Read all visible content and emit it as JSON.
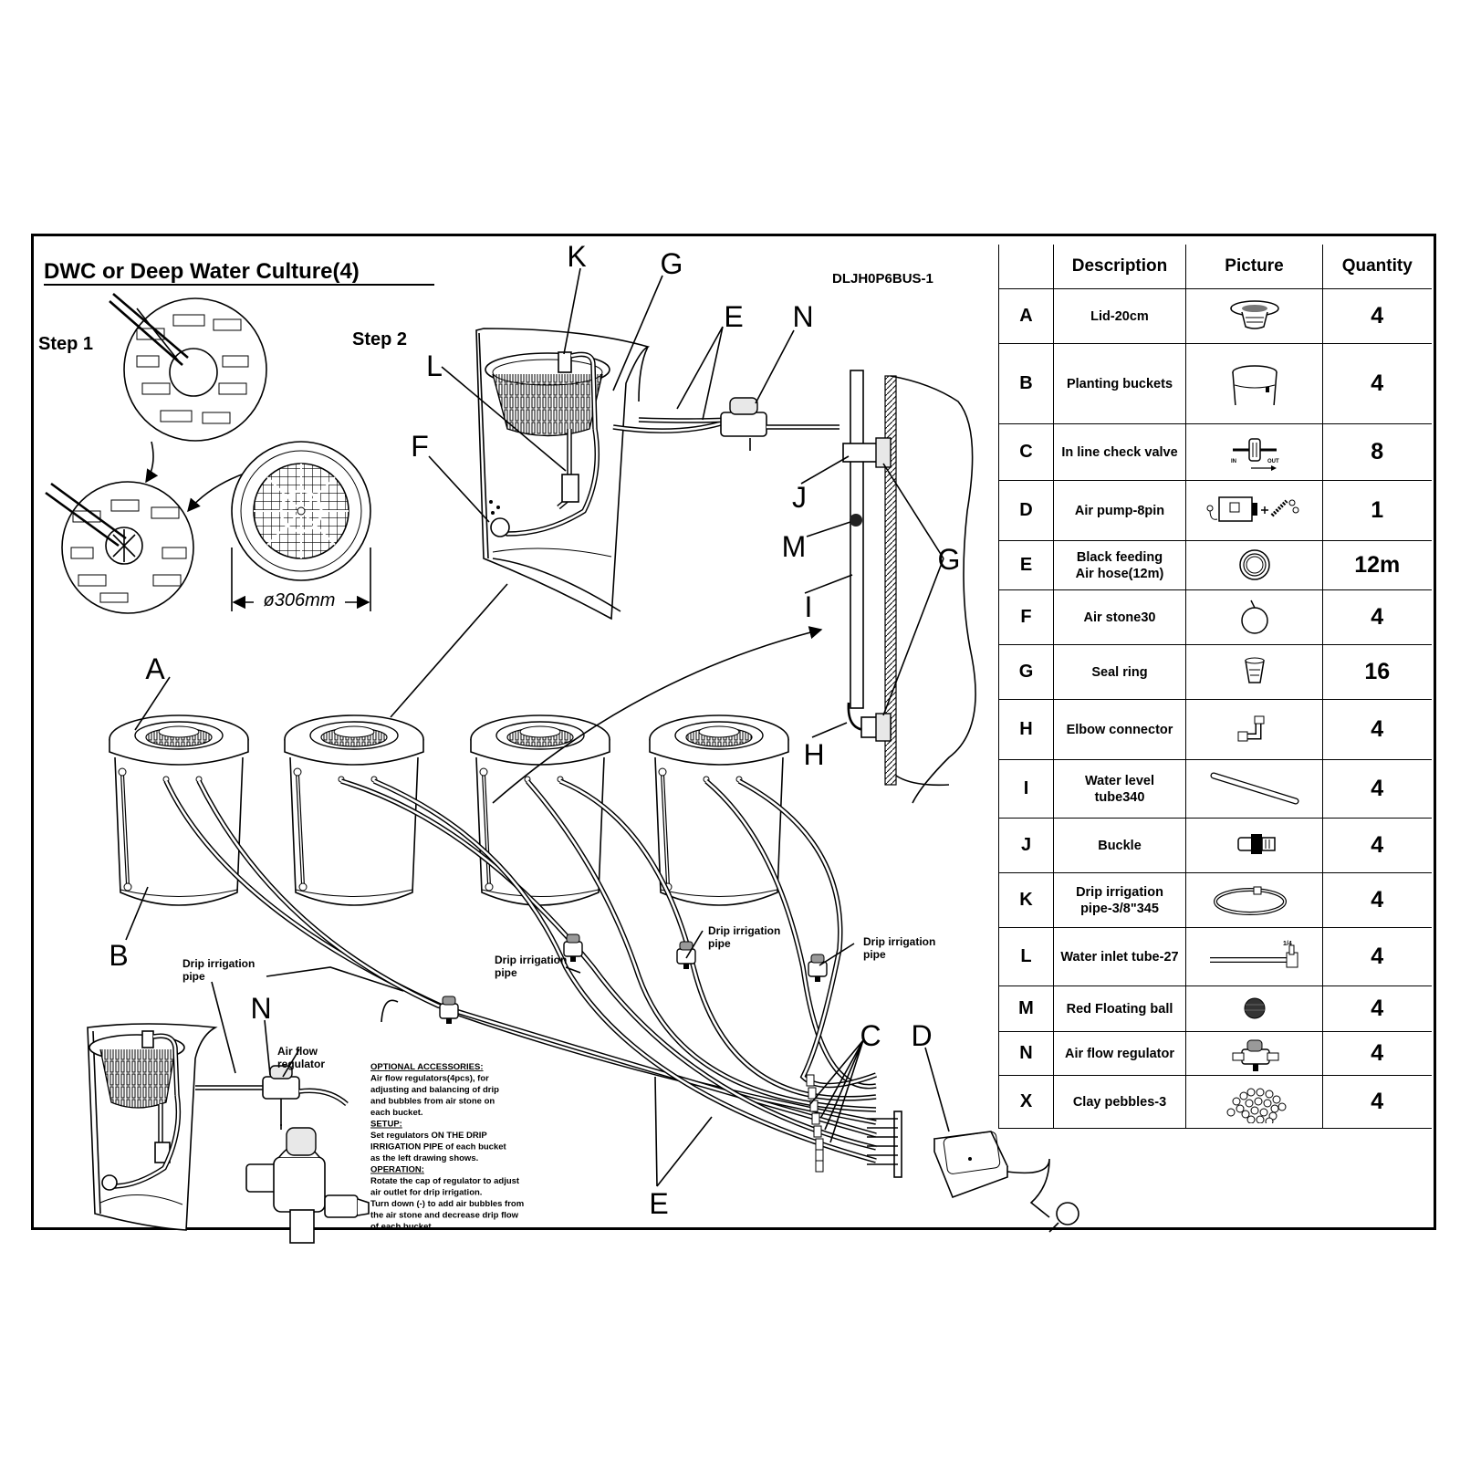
{
  "title": "DWC or Deep Water Culture(4)",
  "model_code": "DLJH0P6BUS-1",
  "steps": {
    "step1": "Step 1",
    "step2": "Step 2"
  },
  "dimension": "ø306mm",
  "callouts": {
    "A": "A",
    "B": "B",
    "C": "C",
    "D": "D",
    "E": "E",
    "F": "F",
    "G": "G",
    "H": "H",
    "I": "I",
    "J": "J",
    "K": "K",
    "L": "L",
    "M": "M",
    "N": "N"
  },
  "labels": {
    "drip_irrigation_pipe_line1": "Drip irrigation",
    "drip_irrigation_pipe_line2": "pipe",
    "air_flow_regulator_line1": "Air flow",
    "air_flow_regulator_line2": "regulator"
  },
  "notes": {
    "optional_heading": "OPTIONAL ACCESSORIES:",
    "optional_lines": [
      "Air flow regulators(4pcs), for",
      "adjusting and balancing of drip",
      "and bubbles from air stone on",
      "each bucket."
    ],
    "setup_heading": "SETUP:",
    "setup_lines": [
      "Set regulators ON THE DRIP",
      "IRRIGATION PIPE of each bucket",
      "as the left drawing shows."
    ],
    "operation_heading": "OPERATION:",
    "operation_lines": [
      "Rotate the cap of regulator to adjust",
      "air outlet for drip irrigation.",
      "Turn down (-) to add air bubbles from",
      "the air stone and decrease drip flow",
      "of each bucket."
    ]
  },
  "table": {
    "headers": {
      "code": "",
      "description": "Description",
      "picture": "Picture",
      "quantity": "Quantity"
    },
    "rows": [
      {
        "code": "A",
        "description": "Lid-20cm",
        "icon": "lid-icon",
        "quantity": "4"
      },
      {
        "code": "B",
        "description": "Planting buckets",
        "icon": "bucket-icon",
        "quantity": "4"
      },
      {
        "code": "C",
        "description": "In line check valve",
        "icon": "check-valve-icon",
        "quantity": "8"
      },
      {
        "code": "D",
        "description": "Air pump-8pin",
        "icon": "air-pump-icon",
        "quantity": "1"
      },
      {
        "code": "E",
        "description": "Black feeding\nAir hose(12m)",
        "icon": "hose-coil-icon",
        "quantity": "12m"
      },
      {
        "code": "F",
        "description": "Air stone30",
        "icon": "air-stone-icon",
        "quantity": "4"
      },
      {
        "code": "G",
        "description": "Seal ring",
        "icon": "seal-ring-icon",
        "quantity": "16"
      },
      {
        "code": "H",
        "description": "Elbow connector",
        "icon": "elbow-connector-icon",
        "quantity": "4"
      },
      {
        "code": "I",
        "description": "Water level\ntube340",
        "icon": "water-level-tube-icon",
        "quantity": "4"
      },
      {
        "code": "J",
        "description": "Buckle",
        "icon": "buckle-icon",
        "quantity": "4"
      },
      {
        "code": "K",
        "description": "Drip irrigation\npipe-3/8\"345",
        "icon": "drip-pipe-icon",
        "quantity": "4"
      },
      {
        "code": "L",
        "description": "Water inlet tube-27",
        "icon": "water-inlet-tube-icon",
        "quantity": "4"
      },
      {
        "code": "M",
        "description": "Red Floating ball",
        "icon": "floating-ball-icon",
        "quantity": "4"
      },
      {
        "code": "N",
        "description": "Air flow regulator",
        "icon": "regulator-icon",
        "quantity": "4"
      },
      {
        "code": "X",
        "description": "Clay pebbles-3",
        "icon": "clay-pebbles-icon",
        "quantity": "4"
      }
    ],
    "icon_labels": {
      "in": "IN",
      "out": "OUT",
      "tube_mark": "1/4"
    }
  }
}
